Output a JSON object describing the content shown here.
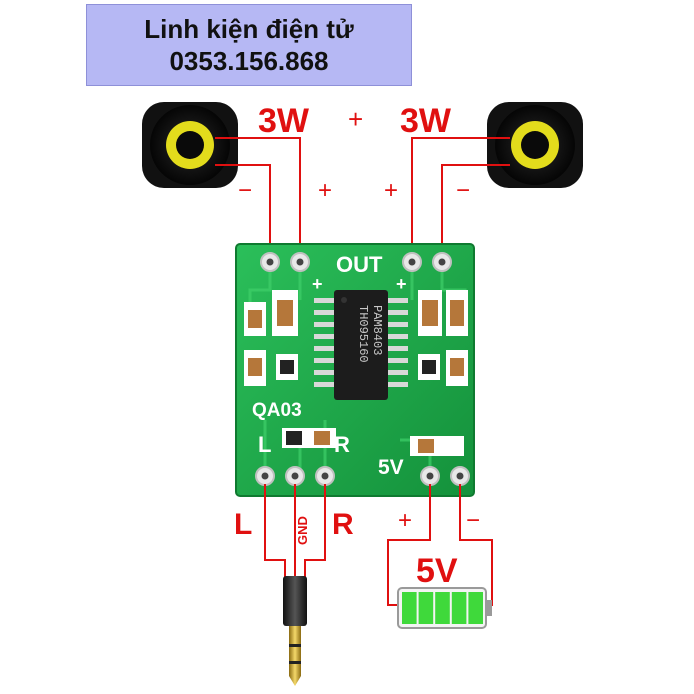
{
  "banner": {
    "line1": "Linh kiện điện tử",
    "line2": "0353.156.868"
  },
  "labels": {
    "power_left": "3W",
    "power_right": "3W",
    "plus_center": "+",
    "left_spk_minus": "−",
    "left_spk_plus": "+",
    "right_spk_plus": "+",
    "right_spk_minus": "−",
    "audio_left": "L",
    "audio_gnd": "GND",
    "audio_right": "R",
    "supply_plus": "+",
    "supply_minus": "−",
    "battery_voltage": "5V"
  },
  "board": {
    "out_label": "OUT",
    "chip_line1": "PAM8403",
    "chip_line2": "TH095160",
    "model": "QA03",
    "silk_l": "L",
    "silk_r": "R",
    "silk_5v": "5V",
    "silk_plus_left": "+",
    "silk_plus_right": "+"
  },
  "colors": {
    "wire": "#e01010",
    "pcb": "#1fa74a",
    "banner_bg": "#b6b8f4",
    "battery_cell": "#3fd93b"
  },
  "battery": {
    "level": 1.0
  }
}
